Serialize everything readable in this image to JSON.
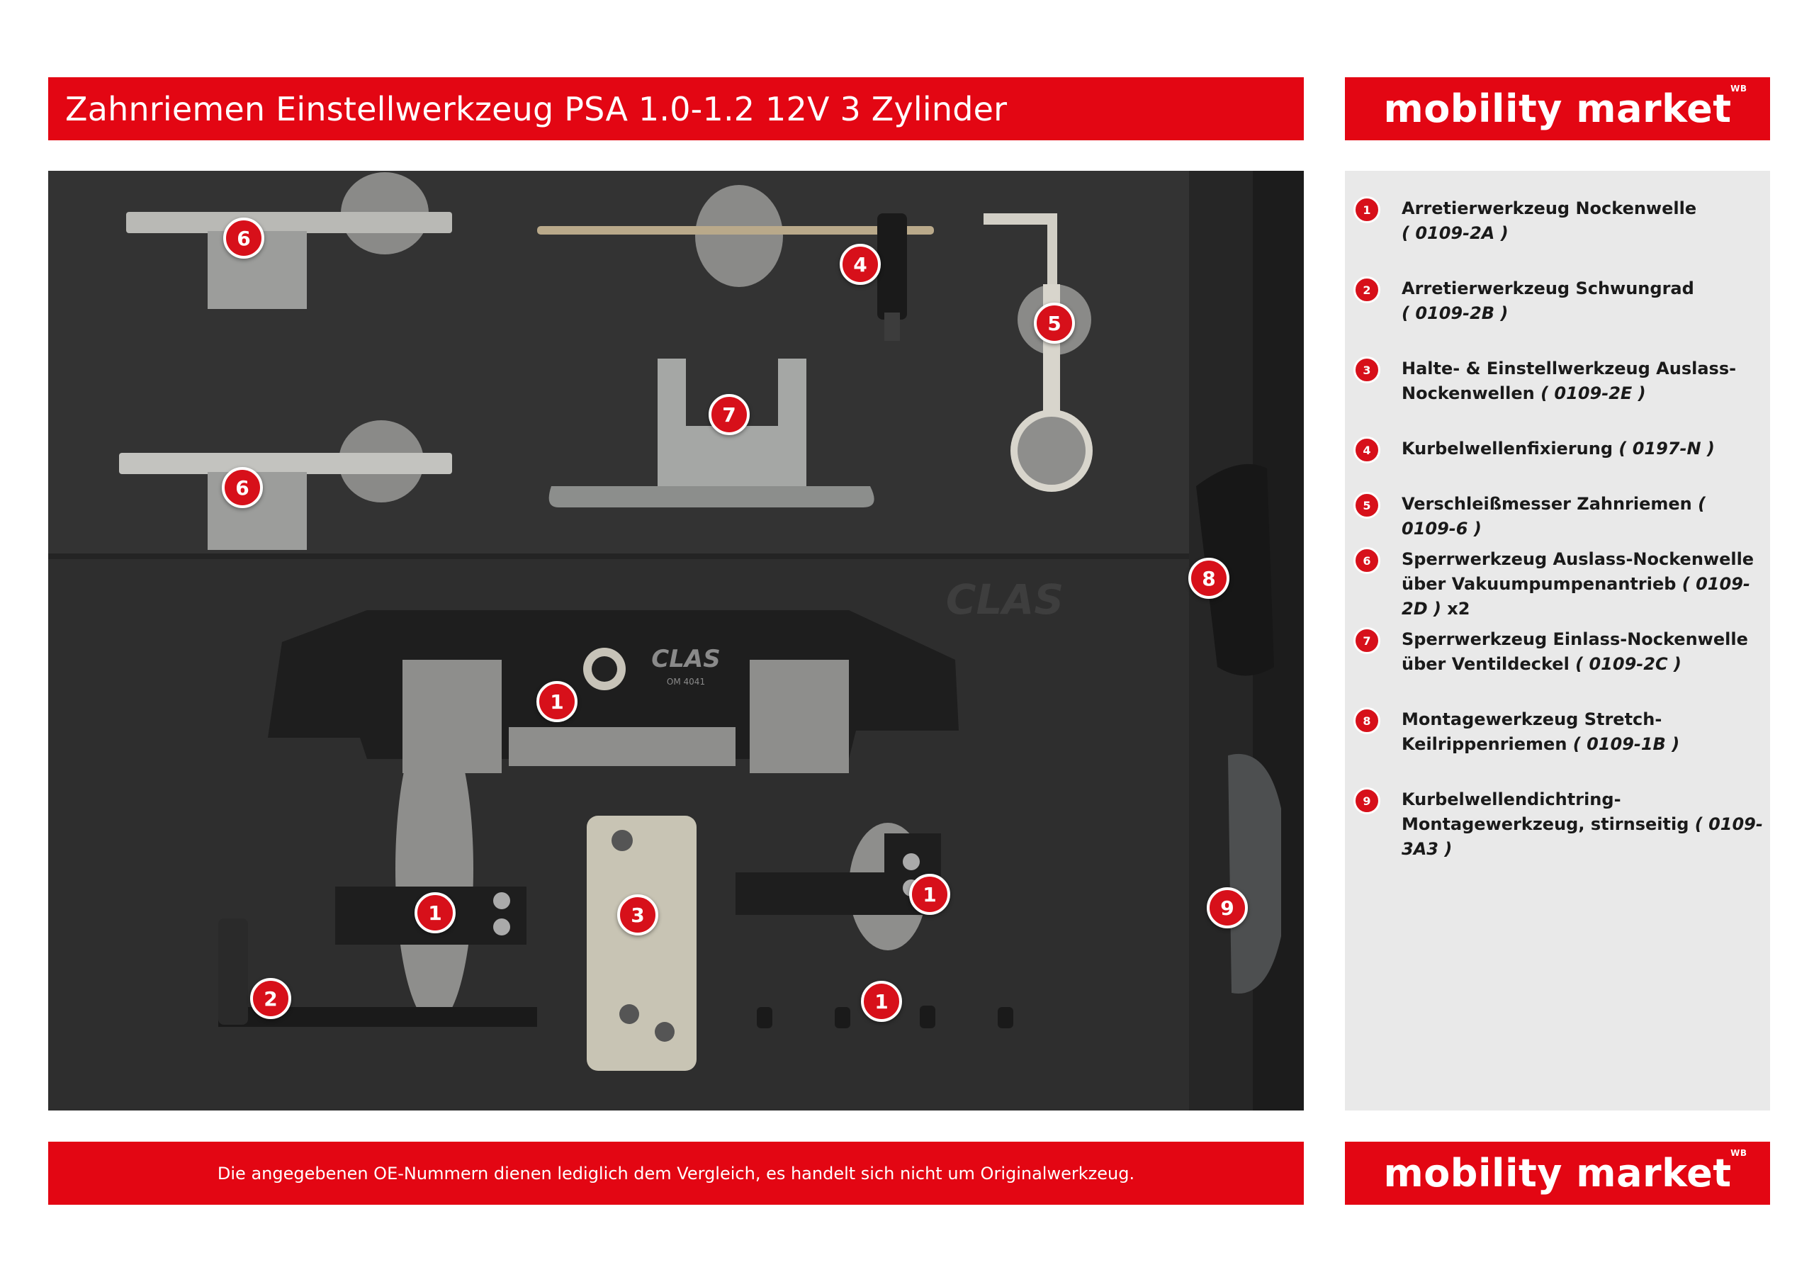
{
  "header": {
    "title": "Zahnriemen Einstellwerkzeug PSA 1.0-1.2 12V 3 Zylinder"
  },
  "brand": {
    "name": "mobility market",
    "mark": "WB",
    "color": "#e30613"
  },
  "photo": {
    "brand_imprint": "CLAS",
    "tool_imprint": "CLAS",
    "tool_code": "OM 4041",
    "markers": [
      "6",
      "4",
      "5",
      "7",
      "6",
      "8",
      "1",
      "1",
      "3",
      "1",
      "9",
      "2",
      "1"
    ]
  },
  "legend": {
    "items": [
      {
        "num": "1",
        "name": "Arretierwerkzeug Nockenwelle",
        "oe": "( 0109-2A )",
        "suffix": ""
      },
      {
        "num": "2",
        "name": "Arretierwerkzeug Schwungrad",
        "oe": "( 0109-2B )",
        "suffix": ""
      },
      {
        "num": "3",
        "name": "Halte- & Einstellwerkzeug Auslass-Nockenwellen",
        "oe": "( 0109-2E )",
        "suffix": ""
      },
      {
        "num": "4",
        "name": "Kurbelwellenfixierung",
        "oe": "( 0197-N )",
        "suffix": ""
      },
      {
        "num": "5",
        "name": "Verschleißmesser Zahnriemen",
        "oe": "( 0109-6 )",
        "suffix": ""
      },
      {
        "num": "6",
        "name": "Sperrwerkzeug Auslass-Nockenwelle über Vakuumpumpenantrieb",
        "oe": "( 0109-2D )",
        "suffix": " x2"
      },
      {
        "num": "7",
        "name": "Sperrwerkzeug Einlass-Nockenwelle über Ventildeckel",
        "oe": "( 0109-2C )",
        "suffix": ""
      },
      {
        "num": "8",
        "name": "Montagewerkzeug Stretch-Keilrippenriemen",
        "oe": "( 0109-1B )",
        "suffix": ""
      },
      {
        "num": "9",
        "name": "Kurbelwellendichtring-Montagewerkzeug, stirnseitig",
        "oe": "( 0109-3A3 )",
        "suffix": ""
      }
    ]
  },
  "footer": {
    "note": "Die angegebenen OE-Nummern dienen lediglich dem Vergleich, es handelt sich nicht um Originalwerkzeug."
  }
}
